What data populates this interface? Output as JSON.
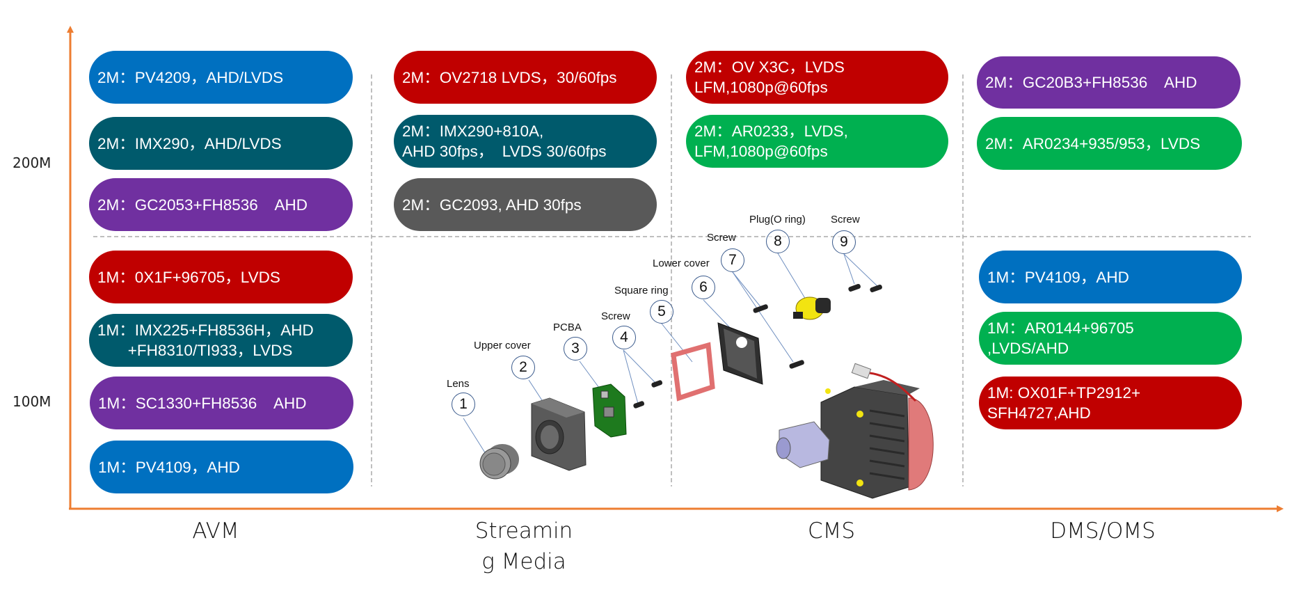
{
  "colors": {
    "axis": "#ED7D31",
    "blue": "#0070C0",
    "teal": "#005A6C",
    "purple": "#7030A0",
    "red": "#C00000",
    "green": "#00B050",
    "gray": "#595959",
    "divider": "#AAAAAA"
  },
  "y_axis": {
    "ticks": [
      {
        "label": "200M"
      },
      {
        "label": "100M"
      }
    ]
  },
  "x_axis": {
    "categories": [
      {
        "label": "AVM"
      },
      {
        "label": "Streamin\ng Media"
      },
      {
        "label": "CMS"
      },
      {
        "label": "DMS/OMS"
      }
    ]
  },
  "columns": {
    "avm": {
      "high": [
        {
          "text": "2M：PV4209，AHD/LVDS",
          "color": "blue"
        },
        {
          "text": "2M：IMX290，AHD/LVDS",
          "color": "teal"
        },
        {
          "text": "2M：GC2053+FH8536    AHD",
          "color": "purple"
        }
      ],
      "low": [
        {
          "text": "1M：0X1F+96705，LVDS",
          "color": "red"
        },
        {
          "text": "1M：IMX225+FH8536H，AHD\n       +FH8310/TI933，LVDS",
          "color": "teal"
        },
        {
          "text": "1M：SC1330+FH8536    AHD",
          "color": "purple"
        },
        {
          "text": "1M：PV4109，AHD",
          "color": "blue"
        }
      ]
    },
    "streaming": {
      "high": [
        {
          "text": "2M：OV2718 LVDS，30/60fps",
          "color": "red"
        },
        {
          "text": "2M：IMX290+810A,\nAHD 30fps，  LVDS 30/60fps",
          "color": "teal"
        },
        {
          "text": "2M：GC2093, AHD 30fps",
          "color": "gray"
        }
      ]
    },
    "cms": {
      "high": [
        {
          "text": "2M：OV X3C，LVDS\nLFM,1080p@60fps",
          "color": "red"
        },
        {
          "text": "2M：AR0233，LVDS,\nLFM,1080p@60fps",
          "color": "green"
        }
      ]
    },
    "dms": {
      "high": [
        {
          "text": "2M：GC20B3+FH8536    AHD",
          "color": "purple"
        },
        {
          "text": "2M：AR0234+935/953，LVDS",
          "color": "green"
        }
      ],
      "low": [
        {
          "text": "1M：PV4109，AHD",
          "color": "blue"
        },
        {
          "text": "1M：AR0144+96705\n,LVDS/AHD",
          "color": "green"
        },
        {
          "text": "1M: OX01F+TP2912+\nSFH4727,AHD",
          "color": "red"
        }
      ]
    }
  },
  "exploded_view": {
    "parts": [
      {
        "number": "1",
        "label": "Lens"
      },
      {
        "number": "2",
        "label": "Upper cover"
      },
      {
        "number": "3",
        "label": "PCBA"
      },
      {
        "number": "4",
        "label": "Screw"
      },
      {
        "number": "5",
        "label": "Square ring"
      },
      {
        "number": "6",
        "label": "Lower cover"
      },
      {
        "number": "7",
        "label": "Screw"
      },
      {
        "number": "8",
        "label": "Plug(O ring)"
      },
      {
        "number": "9",
        "label": "Screw"
      }
    ]
  }
}
